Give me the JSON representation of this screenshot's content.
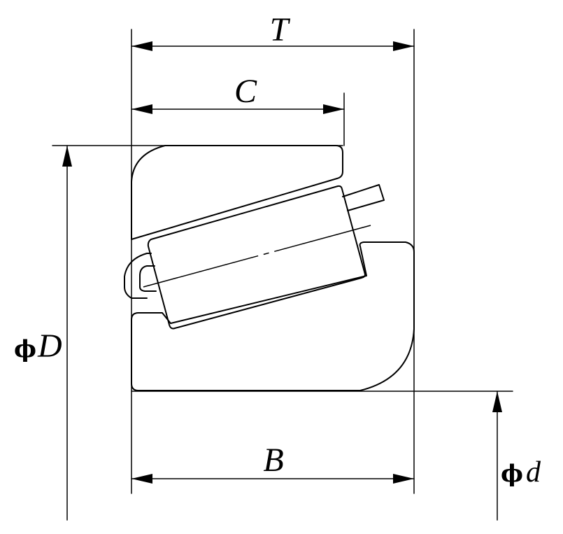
{
  "dimensions": {
    "T": "T",
    "C": "C",
    "B": "B",
    "D_symbol": "ϕ",
    "D": "D",
    "d_symbol": "ϕ",
    "d": "d"
  }
}
